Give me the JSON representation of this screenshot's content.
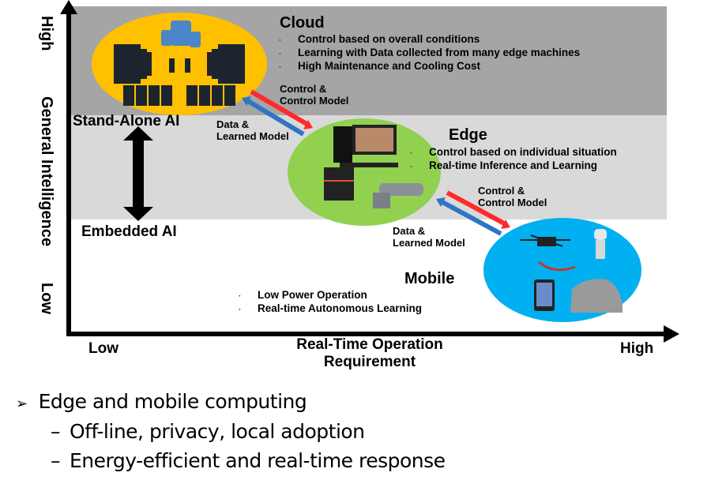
{
  "diagram": {
    "y_axis": {
      "label": "General Intelligence",
      "high": "High",
      "low": "Low"
    },
    "x_axis": {
      "label_line1": "Real-Time Operation",
      "label_line2": "Requirement",
      "low": "Low",
      "high": "High"
    },
    "colors": {
      "cloud_band": "#a5a5a5",
      "edge_band": "#d9d9d9",
      "cloud_ellipse": "#ffc000",
      "edge_ellipse": "#92d050",
      "mobile_ellipse": "#00b0f0",
      "down_arrow": "#ff2a2a",
      "up_arrow": "#2e75c6"
    },
    "cloud": {
      "title": "Cloud",
      "bullets": [
        "Control based on overall conditions",
        "Learning with Data collected from many edge machines",
        "High Maintenance and Cooling Cost"
      ],
      "icon": "server-farm-icon"
    },
    "edge": {
      "title": "Edge",
      "bullets": [
        "Control based on individual situation",
        "Real-time Inference and Learning"
      ],
      "icon": "desktop-camera-icon"
    },
    "mobile": {
      "title": "Mobile",
      "bullets": [
        "Low Power Operation",
        "Real-time Autonomous Learning"
      ],
      "icon": "drone-robot-car-icon"
    },
    "flows": {
      "cloud_to_edge": {
        "line1": "Control &",
        "line2": "Control Model"
      },
      "edge_to_cloud": {
        "line1": "Data &",
        "line2": "Learned Model"
      },
      "edge_to_mobile": {
        "line1": "Control &",
        "line2": "Control Model"
      },
      "mobile_to_edge": {
        "line1": "Data &",
        "line2": "Learned Model"
      }
    },
    "spectrum": {
      "top": "Stand-Alone AI",
      "bottom": "Embedded AI"
    }
  },
  "notes": {
    "main": "Edge and mobile computing",
    "subs": [
      "Off-line, privacy, local adoption",
      "Energy-efficient and real-time response"
    ]
  }
}
